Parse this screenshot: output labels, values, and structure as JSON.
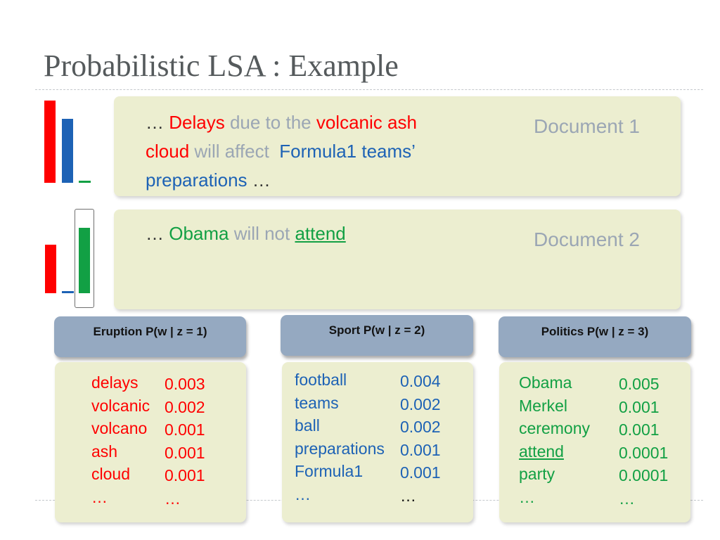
{
  "slide": {
    "title": "Probabilistic LSA : Example"
  },
  "colors": {
    "eruption": "#ff0000",
    "sport": "#1d62b5",
    "politics": "#12a044",
    "grey_text": "#9ba6b4",
    "box_fill": "#eceed0",
    "header_fill": "#95a9c1"
  },
  "documents": [
    {
      "label": "Document 1",
      "line1": {
        "ellipsis": "…",
        "w1": "Delays",
        "g1": "due to the",
        "w2": "volcanic ash"
      },
      "line2": {
        "w1": "cloud",
        "g1": "will affect",
        "w2": "Formula1",
        "w3": "teams’"
      },
      "line3": {
        "w1": "preparations",
        "ellipsis": "…"
      },
      "topic_mixture": {
        "eruption": 1.0,
        "sport": 0.78,
        "politics": 0.02
      }
    },
    {
      "label": "Document 2",
      "line1": {
        "ellipsis": "…",
        "w1": "Obama",
        "g1": "will not",
        "w2": "attend"
      },
      "topic_mixture": {
        "eruption": 0.66,
        "sport": 0.02,
        "politics": 0.89
      }
    }
  ],
  "topics": [
    {
      "header": "Eruption P(w | z = 1)",
      "color_key": "eruption",
      "rows": [
        {
          "word": "delays",
          "prob": "0.003"
        },
        {
          "word": "volcanic",
          "prob": "0.002"
        },
        {
          "word": "volcano",
          "prob": "0.001"
        },
        {
          "word": "ash",
          "prob": "0.001"
        },
        {
          "word": "cloud",
          "prob": "0.001"
        },
        {
          "word": "…",
          "prob": "…"
        }
      ]
    },
    {
      "header": "Sport P(w | z = 2)",
      "color_key": "sport",
      "rows": [
        {
          "word": "football",
          "prob": "0.004"
        },
        {
          "word": "teams",
          "prob": "0.002"
        },
        {
          "word": "ball",
          "prob": "0.002"
        },
        {
          "word": "preparations",
          "prob": "0.001"
        },
        {
          "word": "Formula1",
          "prob": "0.001"
        },
        {
          "word": "…",
          "prob": "…"
        }
      ]
    },
    {
      "header": "Politics P(w | z = 3)",
      "color_key": "politics",
      "rows": [
        {
          "word": "Obama",
          "prob": "0.005"
        },
        {
          "word": "Merkel",
          "prob": "0.001"
        },
        {
          "word": "ceremony",
          "prob": "0.001"
        },
        {
          "word": "attend",
          "prob": "0.0001",
          "underlined": true
        },
        {
          "word": "party",
          "prob": "0.0001"
        },
        {
          "word": "…",
          "prob": "…"
        }
      ]
    }
  ]
}
